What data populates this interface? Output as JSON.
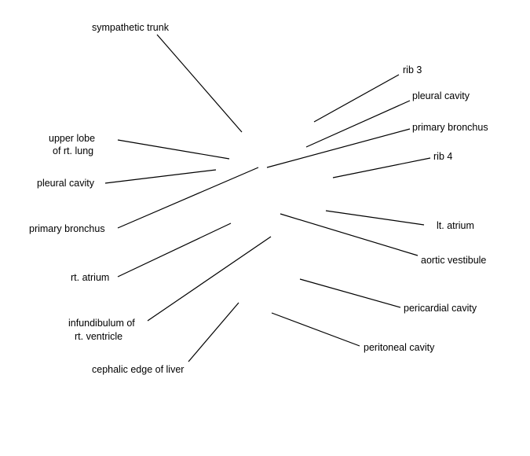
{
  "labels": {
    "sympathetic_trunk": "sympathetic trunk",
    "rib_3": "rib 3",
    "pleural_cavity_right_side": "pleural cavity",
    "primary_bronchus_right_side": "primary bronchus",
    "rib_4": "rib 4",
    "upper_lobe_line1": "upper lobe",
    "upper_lobe_line2": "of rt. lung",
    "pleural_cavity_left_side": "pleural cavity",
    "primary_bronchus_left_side": "primary bronchus",
    "lt_atrium": "lt. atrium",
    "aortic_vestibule": "aortic vestibule",
    "rt_atrium": "rt. atrium",
    "pericardial_cavity": "pericardial cavity",
    "infundibulum_line1": "infundibulum of",
    "infundibulum_line2": "rt. ventricle",
    "peritoneal_cavity": "peritoneal cavity",
    "cephalic_edge_of_liver": "cephalic edge of liver"
  }
}
